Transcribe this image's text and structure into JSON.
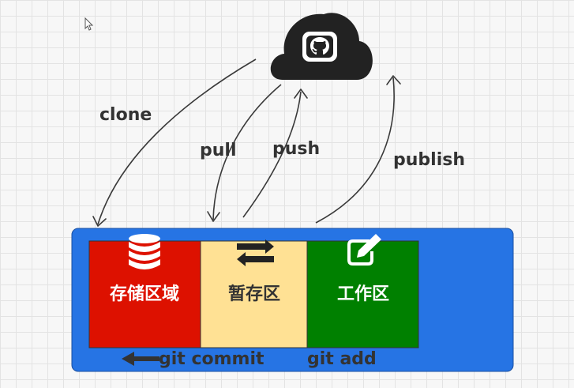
{
  "remote": {
    "icon": "github-icon"
  },
  "arrows": {
    "clone": "clone",
    "pull": "pull",
    "push": "push",
    "publish": "publish"
  },
  "areas": {
    "repository": {
      "label": "存储区域",
      "icon": "database-icon",
      "color": "#dd1100"
    },
    "staging": {
      "label": "暂存区",
      "icon": "swap-arrows-icon",
      "color": "#ffe194"
    },
    "working": {
      "label": "工作区",
      "icon": "edit-icon",
      "color": "#008000"
    }
  },
  "container_color": "#2674e4",
  "commands": {
    "commit": "git commit",
    "add": "git add"
  }
}
